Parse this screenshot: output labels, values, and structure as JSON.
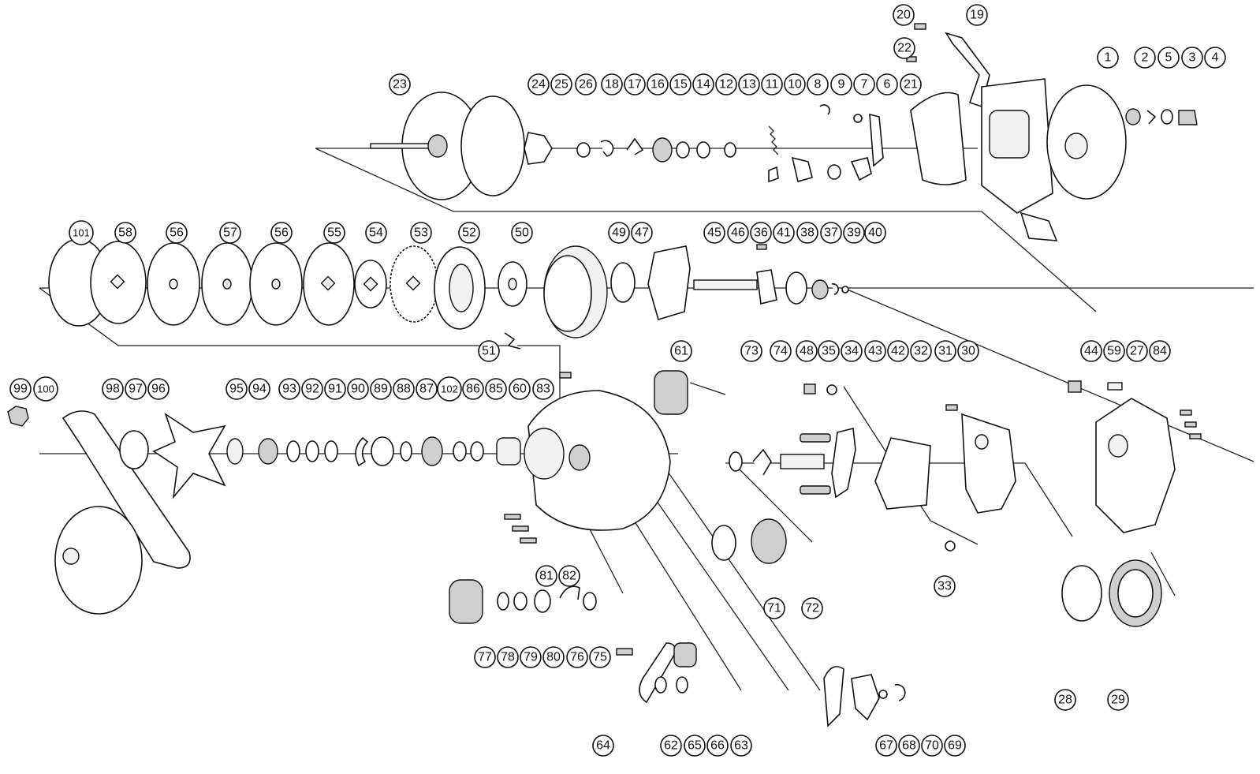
{
  "callouts": [
    "1",
    "2",
    "3",
    "4",
    "5",
    "6",
    "7",
    "8",
    "9",
    "10",
    "11",
    "12",
    "13",
    "14",
    "15",
    "16",
    "17",
    "18",
    "19",
    "20",
    "21",
    "22",
    "23",
    "24",
    "25",
    "26",
    "27",
    "28",
    "29",
    "30",
    "31",
    "32",
    "33",
    "34",
    "35",
    "36",
    "37",
    "38",
    "39",
    "40",
    "41",
    "42",
    "43",
    "44",
    "45",
    "46",
    "47",
    "48",
    "49",
    "50",
    "51",
    "52",
    "53",
    "54",
    "55",
    "56",
    "56",
    "57",
    "58",
    "59",
    "60",
    "61",
    "62",
    "63",
    "64",
    "65",
    "66",
    "67",
    "68",
    "69",
    "70",
    "71",
    "72",
    "73",
    "74",
    "75",
    "76",
    "77",
    "78",
    "79",
    "80",
    "81",
    "82",
    "83",
    "84",
    "85",
    "86",
    "87",
    "88",
    "89",
    "90",
    "91",
    "91",
    "92",
    "93",
    "94",
    "95",
    "96",
    "97",
    "98",
    "99",
    "100",
    "101",
    "102"
  ]
}
